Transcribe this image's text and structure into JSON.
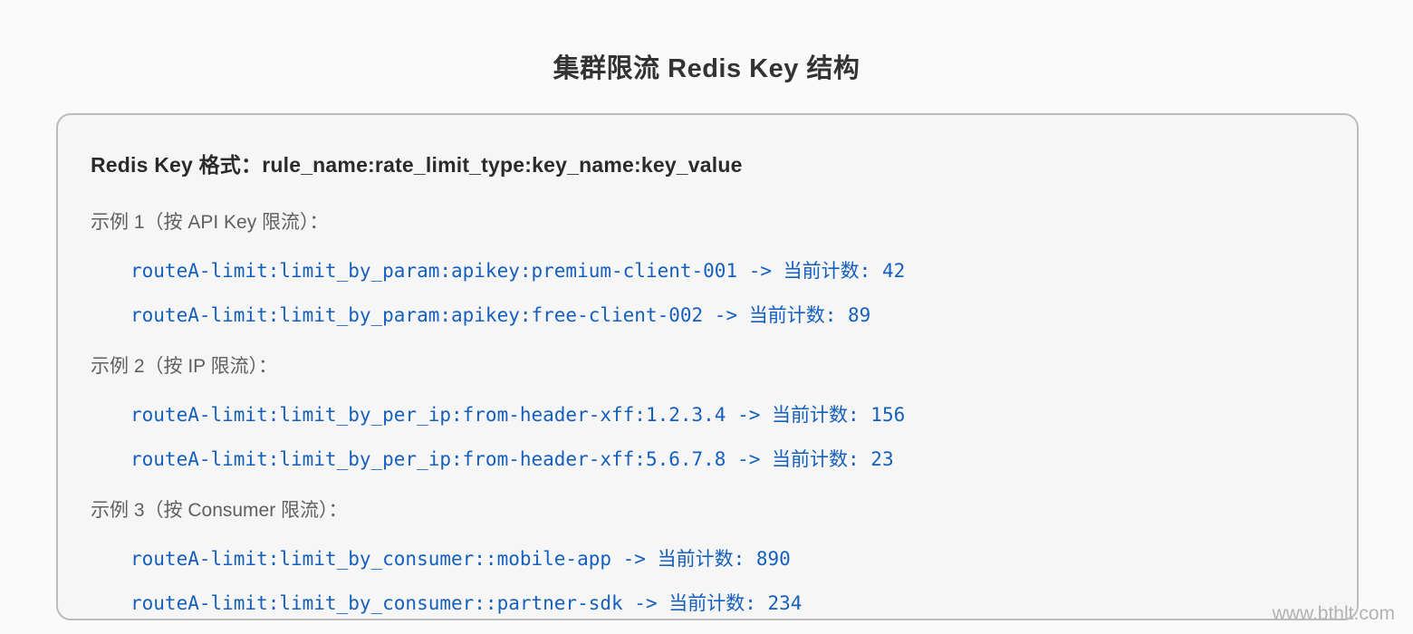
{
  "page": {
    "title": "集群限流 Redis Key 结构",
    "watermark": "www.bthlt.com",
    "colors": {
      "background": "#fafafa",
      "panel_background": "#f6f6f7",
      "panel_border": "#bcbcbf",
      "title_text": "#333333",
      "format_text": "#2b2b2b",
      "label_text": "#606060",
      "code_text": "#1560bd",
      "watermark_text": "#b3b3b3"
    }
  },
  "panel": {
    "format_line": "Redis Key 格式：rule_name:rate_limit_type:key_name:key_value",
    "examples": [
      {
        "label": "示例 1（按 API Key 限流）：",
        "entries": [
          "routeA-limit:limit_by_param:apikey:premium-client-001 -> 当前计数: 42",
          "routeA-limit:limit_by_param:apikey:free-client-002 -> 当前计数: 89"
        ]
      },
      {
        "label": "示例 2（按 IP 限流）：",
        "entries": [
          "routeA-limit:limit_by_per_ip:from-header-xff:1.2.3.4 -> 当前计数: 156",
          "routeA-limit:limit_by_per_ip:from-header-xff:5.6.7.8 -> 当前计数: 23"
        ]
      },
      {
        "label": "示例 3（按 Consumer 限流）：",
        "entries": [
          "routeA-limit:limit_by_consumer::mobile-app -> 当前计数: 890",
          "routeA-limit:limit_by_consumer::partner-sdk -> 当前计数: 234"
        ]
      }
    ]
  }
}
